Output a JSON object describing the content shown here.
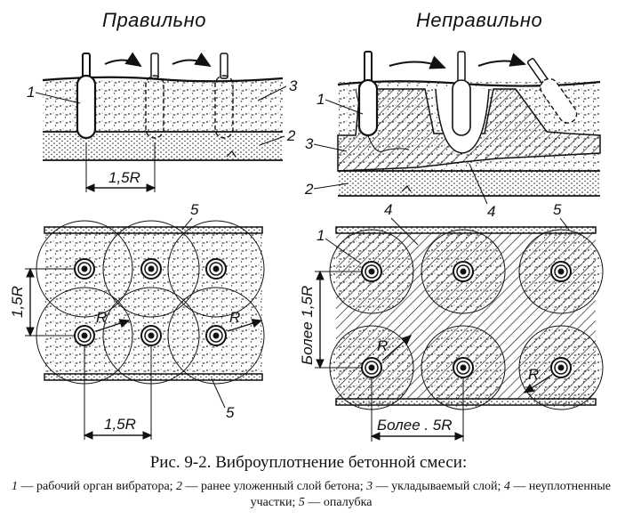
{
  "headers": {
    "correct": "Правильно",
    "incorrect": "Неправильно"
  },
  "labels": {
    "n1": "1",
    "n2": "2",
    "n3": "3",
    "n4": "4",
    "n5": "5",
    "radius": "R",
    "spacing": "1,5R",
    "more_spacing_h": "Более . 5R",
    "more_spacing_v": "Более 1,5R"
  },
  "caption": {
    "title": "Рис. 9-2. Виброуплотнение бетонной смеси:",
    "legend_1_num": "1",
    "legend_1": " — рабочий орган вибратора; ",
    "legend_2_num": "2",
    "legend_2": " — ранее уложенный  слой бетона; ",
    "legend_3_num": "3",
    "legend_3": " — укладываемый слой; ",
    "legend_4_num": "4",
    "legend_4": " — неуплотненные участки; ",
    "legend_5_num": "5",
    "legend_5": " — опалубка"
  },
  "colors": {
    "ink": "#111111",
    "paper": "#ffffff"
  }
}
